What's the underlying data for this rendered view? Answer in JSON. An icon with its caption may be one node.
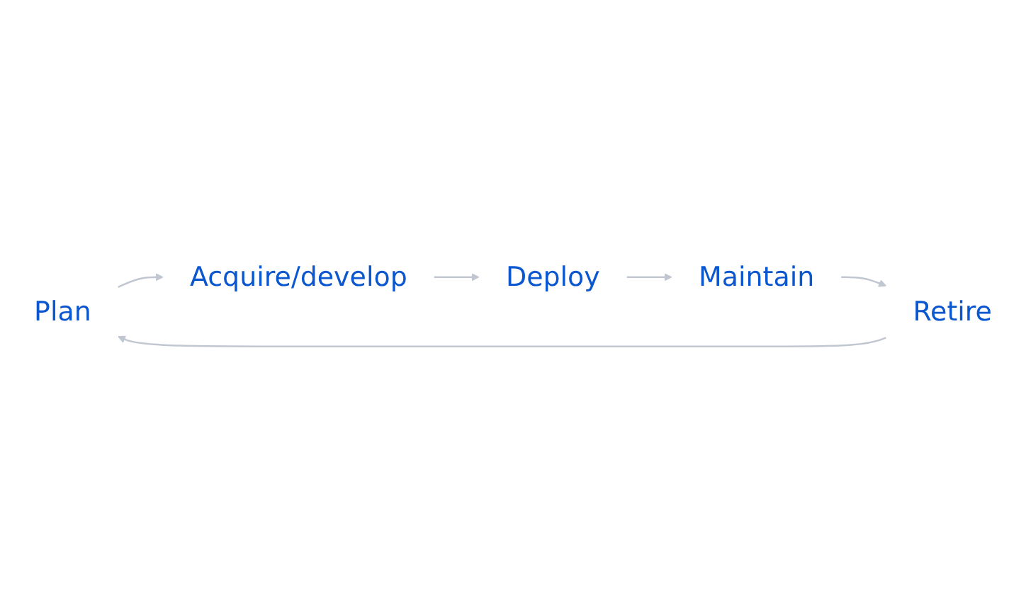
{
  "diagram": {
    "nodes": [
      {
        "text": [
          "Plan"
        ]
      },
      {
        "text": [
          "Acquire/develop"
        ]
      },
      {
        "text": [
          "Deploy"
        ]
      },
      {
        "text": [
          "Maintain"
        ]
      },
      {
        "text": [
          "Retire"
        ]
      }
    ],
    "edges": [
      {
        "from": 0,
        "to": 1,
        "arrow": "to"
      },
      {
        "from": 1,
        "to": 2,
        "arrow": "to"
      },
      {
        "from": 2,
        "to": 3,
        "arrow": "to"
      },
      {
        "from": 3,
        "to": 4,
        "arrow": "to"
      },
      {
        "from": 4,
        "to": 0,
        "arrow": "to"
      }
    ]
  }
}
